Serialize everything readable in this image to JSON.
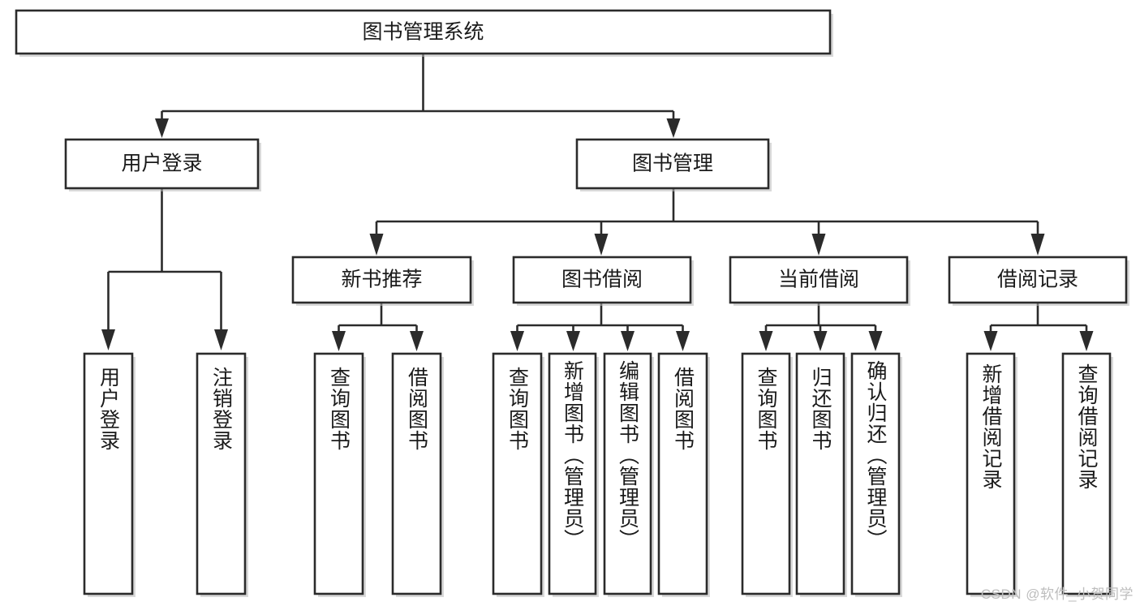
{
  "diagram": {
    "title": "图书管理系统",
    "type": "hierarchy-tree",
    "watermark": "CSDN @软件_小贺同学",
    "colors": {
      "stroke": "#2b2b2b",
      "fill": "#ffffff",
      "text": "#1a1a1a",
      "watermark": "#bdbdbd",
      "background": "#ffffff"
    },
    "root": {
      "label": "图书管理系统"
    },
    "level2": [
      {
        "label": "用户登录"
      },
      {
        "label": "图书管理"
      }
    ],
    "level3": [
      {
        "label": "新书推荐"
      },
      {
        "label": "图书借阅"
      },
      {
        "label": "当前借阅"
      },
      {
        "label": "借阅记录"
      }
    ],
    "leaves": {
      "user_login": [
        {
          "label": "用户登录"
        },
        {
          "label": "注销登录"
        }
      ],
      "new_book_recommend": [
        {
          "label": "查询图书"
        },
        {
          "label": "借阅图书"
        }
      ],
      "book_borrow": [
        {
          "label": "查询图书"
        },
        {
          "label": "新增图书（管理员）"
        },
        {
          "label": "编辑图书（管理员）"
        },
        {
          "label": "借阅图书"
        }
      ],
      "current_borrow": [
        {
          "label": "查询图书"
        },
        {
          "label": "归还图书"
        },
        {
          "label": "确认归还（管理员）"
        }
      ],
      "borrow_record": [
        {
          "label": "新增借阅记录"
        },
        {
          "label": "查询借阅记录"
        }
      ]
    }
  }
}
